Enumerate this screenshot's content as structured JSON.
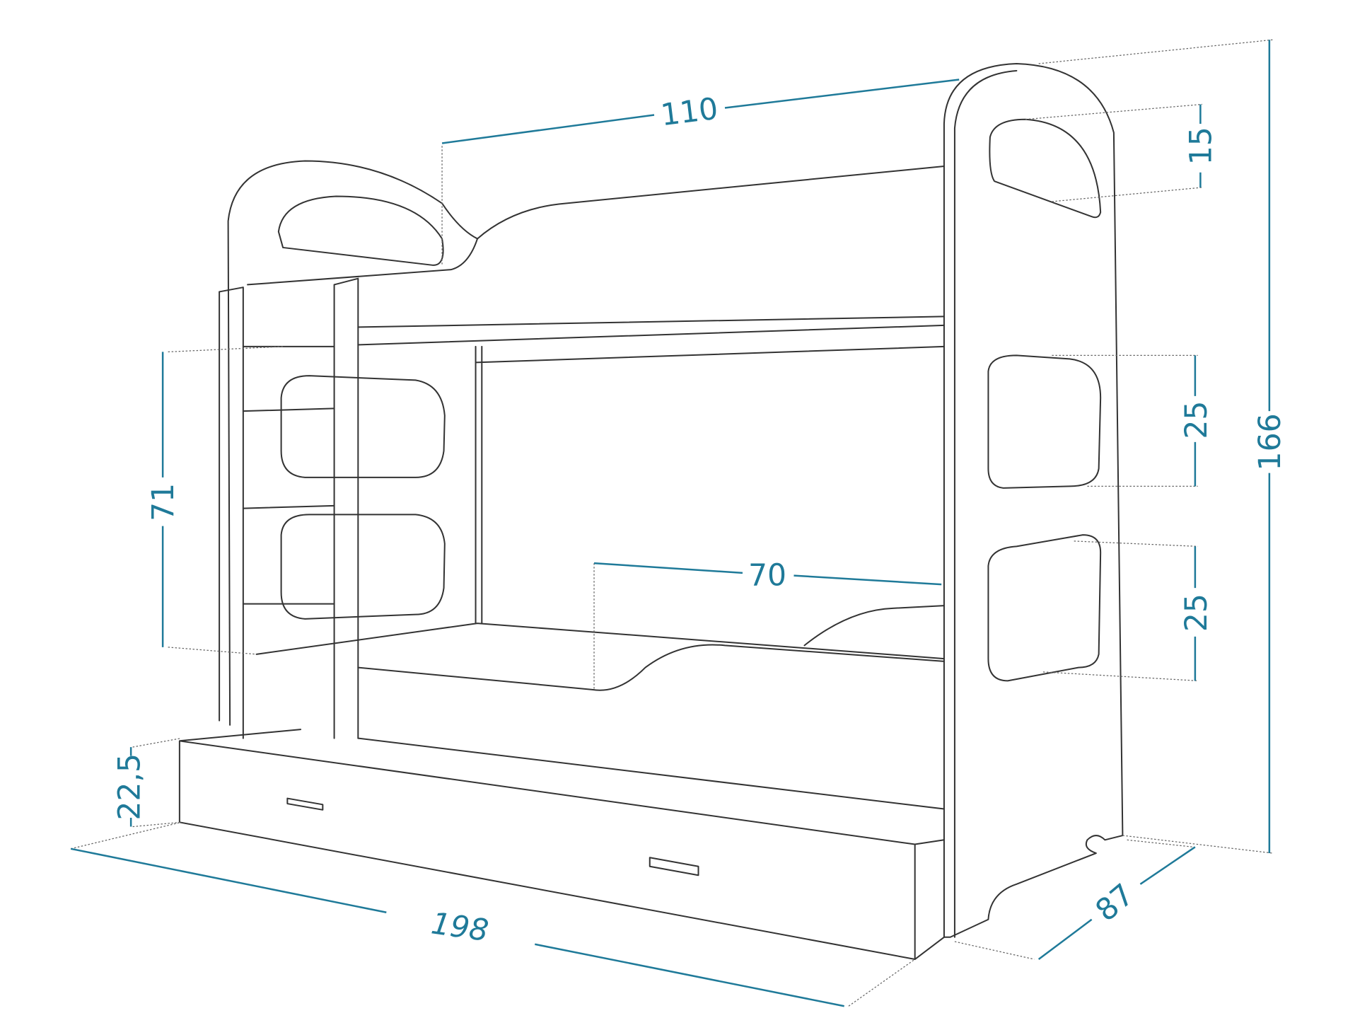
{
  "title": "Bunk bed dimensions drawing",
  "accent_color": "#1f7a99",
  "dimensions": {
    "top_length": "110",
    "window_top_height": "15",
    "window_mid_height": "25",
    "window_low_height": "25",
    "total_height": "166",
    "ladder_height": "71",
    "lower_guard_length": "70",
    "drawer_height": "22,5",
    "total_length": "198",
    "depth": "87"
  }
}
